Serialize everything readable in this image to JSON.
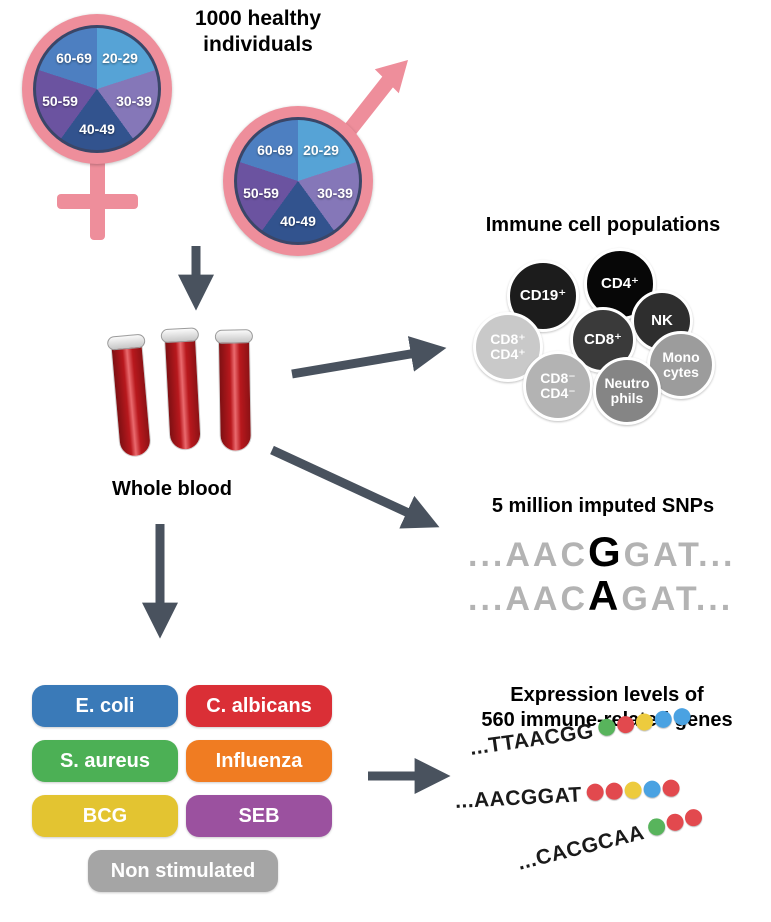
{
  "cohort": {
    "title": "1000 healthy\nindividuals"
  },
  "age_pie": {
    "labels": [
      "20-29",
      "30-39",
      "40-49",
      "50-59",
      "60-69"
    ],
    "colors": [
      "#56a3d6",
      "#8577b8",
      "#32538e",
      "#6b53a0",
      "#4d7fc1"
    ],
    "ring_color": "#ee8e9b"
  },
  "whole_blood": {
    "label": "Whole blood"
  },
  "immune_cells": {
    "heading": "Immune cell populations",
    "cells": [
      {
        "label": "CD19⁺",
        "color": "#1c1c1c"
      },
      {
        "label": "CD4⁺",
        "color": "#070707"
      },
      {
        "label": "NK",
        "color": "#2e2e2e"
      },
      {
        "label": "CD8⁺\nCD4⁺",
        "color": "#c9c9c9"
      },
      {
        "label": "CD8⁺",
        "color": "#3a3a3a"
      },
      {
        "label": "Mono\ncytes",
        "color": "#9c9c9c"
      },
      {
        "label": "CD8⁻\nCD4⁻",
        "color": "#b3b3b3"
      },
      {
        "label": "Neutro\nphils",
        "color": "#858585"
      }
    ]
  },
  "snps": {
    "heading": "5 million imputed SNPs",
    "sequences": [
      {
        "prefix": "...AAC",
        "variant": "G",
        "suffix": "GAT..."
      },
      {
        "prefix": "...AAC",
        "variant": "A",
        "suffix": "GAT..."
      }
    ]
  },
  "stimuli": [
    {
      "label": "E. coli",
      "color": "#3a7ab8"
    },
    {
      "label": "C. albicans",
      "color": "#da2f36"
    },
    {
      "label": "S. aureus",
      "color": "#4cb055"
    },
    {
      "label": "Influenza",
      "color": "#f07c22"
    },
    {
      "label": "BCG",
      "color": "#e3c431"
    },
    {
      "label": "SEB",
      "color": "#9b519f"
    },
    {
      "label": "Non stimulated",
      "color": "#a5a5a5"
    }
  ],
  "expression": {
    "heading": "Expression levels of\n560 immune-related genes",
    "dot_colors": {
      "green": "#58b45c",
      "red": "#e2494e",
      "yellow": "#edcb3e",
      "blue": "#4aa2e2"
    },
    "sequences": [
      {
        "text": "...TTAACGG",
        "dots": [
          "green",
          "red",
          "yellow",
          "blue",
          "blue"
        ]
      },
      {
        "text": "...AACGGAT",
        "dots": [
          "red",
          "red",
          "yellow",
          "blue",
          "red"
        ]
      },
      {
        "text": "...CACGCAA",
        "dots": [
          "green",
          "red",
          "red"
        ]
      }
    ]
  }
}
